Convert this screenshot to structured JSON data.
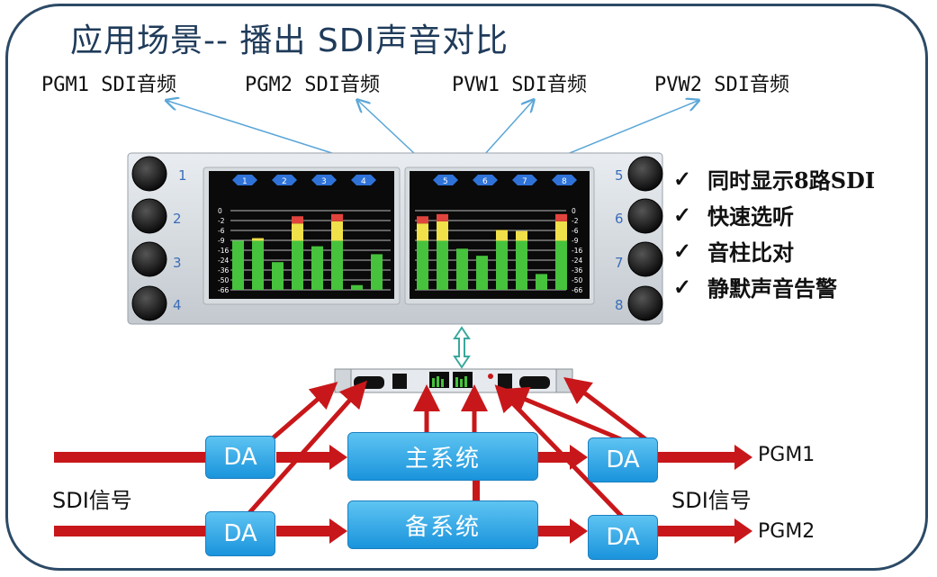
{
  "title": "应用场景-- 播出 SDI声音对比",
  "outputs": [
    "PGM1 SDI音频",
    "PGM2 SDI音频",
    "PVW1 SDI音频",
    "PVW2 SDI音频"
  ],
  "panel": {
    "left_numbers": [
      "1",
      "2",
      "3",
      "4"
    ],
    "right_numbers": [
      "5",
      "6",
      "7",
      "8"
    ],
    "left_badges": [
      "1",
      "2",
      "3",
      "4"
    ],
    "right_badges": [
      "5",
      "6",
      "7",
      "8"
    ],
    "scale": [
      "0",
      "-2",
      "-6",
      "-9",
      "-16",
      "-24",
      "-36",
      "-50",
      "-66"
    ]
  },
  "features": [
    "同时显示8路SDI",
    "快速选听",
    "音柱比对",
    "静默声音告警"
  ],
  "check_symbol": "✓",
  "diagram": {
    "input_label": "SDI信号",
    "output_side_label": "SDI信号",
    "da_label": "DA",
    "main_system": "主系统",
    "backup_system": "备系统",
    "pgm1": "PGM1",
    "pgm2": "PGM2"
  },
  "colors": {
    "arrow_red": "#c8171a",
    "box_blue": "#2aa5e6",
    "frame": "#2c4a66",
    "blue_link": "#5aa6d8",
    "link_teal": "#3aa89c",
    "meter_green": "#46c23c",
    "meter_yellow": "#f0e04a",
    "meter_red": "#e0443c"
  }
}
